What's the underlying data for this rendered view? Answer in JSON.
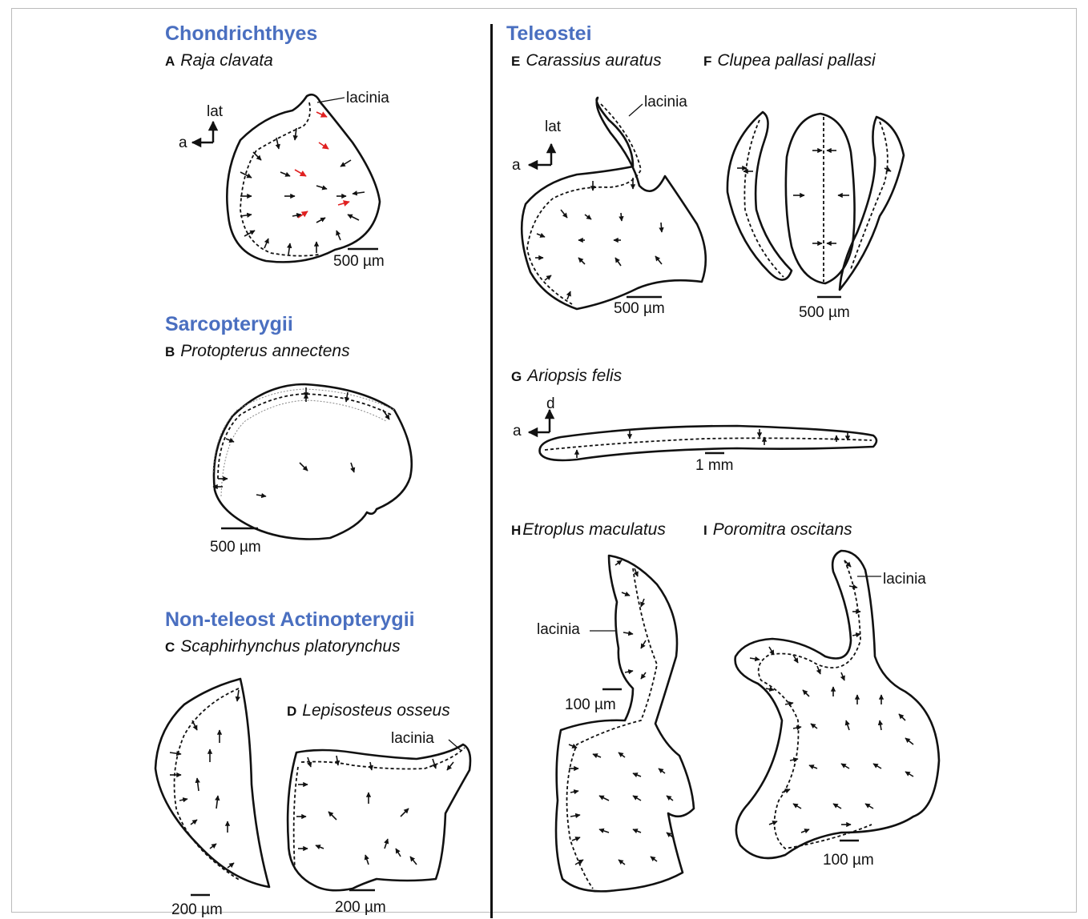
{
  "groups": {
    "chondrichthyes": "Chondrichthyes",
    "sarcopterygii": "Sarcopterygii",
    "non_teleost": "Non-teleost Actinopterygii",
    "teleostei": "Teleostei"
  },
  "panels": {
    "A": {
      "letter": "A",
      "name": "Raja clavata",
      "scale": "500 µm"
    },
    "B": {
      "letter": "B",
      "name": "Protopterus annectens",
      "scale": "500 µm"
    },
    "C": {
      "letter": "C",
      "name": "Scaphirhynchus platorynchus",
      "scale": "200 µm"
    },
    "D": {
      "letter": "D",
      "name": "Lepisosteus osseus",
      "scale": "200 µm"
    },
    "E": {
      "letter": "E",
      "name": "Carassius auratus",
      "scale": "500 µm"
    },
    "F": {
      "letter": "F",
      "name": "Clupea pallasi pallasi",
      "scale": "500 µm"
    },
    "G": {
      "letter": "G",
      "name": "Ariopsis felis",
      "scale": "1 mm"
    },
    "H": {
      "letter": "H",
      "name": "Etroplus maculatus",
      "scale": "100 µm"
    },
    "I": {
      "letter": "I",
      "name": "Poromitra oscitans",
      "scale": "100 µm"
    }
  },
  "labels": {
    "lacinia": "lacinia"
  },
  "orientation": {
    "anterior": "a",
    "lateral": "lat",
    "dorsal": "d"
  },
  "colors": {
    "group_heading": "#4a6fc0",
    "highlight_arrow": "#e02020",
    "ink": "#111111"
  }
}
